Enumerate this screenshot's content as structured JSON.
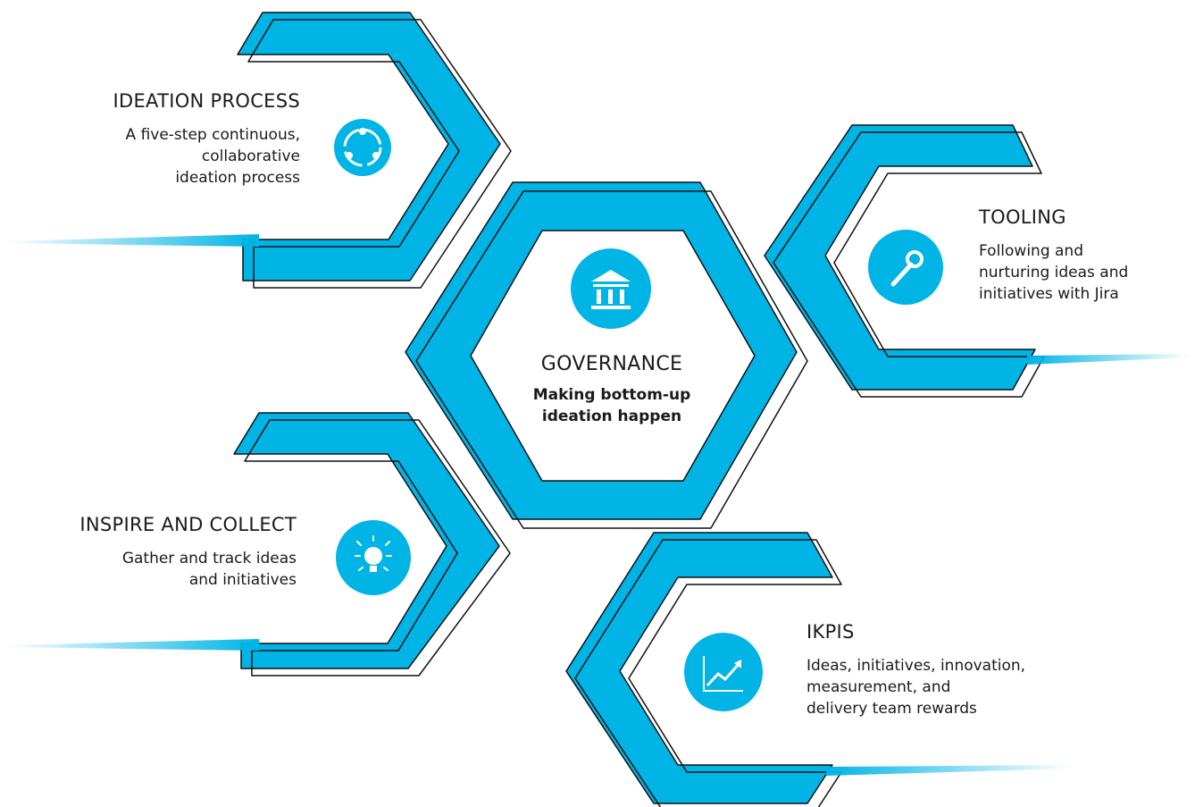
{
  "colors": {
    "accent": "#00b4e6",
    "outline": "#111111",
    "text": "#1a1a1a"
  },
  "nodes": {
    "ideation": {
      "title": "IDEATION PROCESS",
      "lines": [
        "A five-step continuous,",
        "collaborative",
        "ideation process"
      ],
      "icon": "collaboration-cycle-icon"
    },
    "governance": {
      "title": "GOVERNANCE",
      "lines": [
        "Making bottom-up",
        "ideation happen"
      ],
      "icon": "institution-building-icon"
    },
    "tooling": {
      "title": "TOOLING",
      "lines": [
        "Following and",
        "nurturing ideas and",
        "initiatives with Jira"
      ],
      "icon": "wrench-icon"
    },
    "inspire": {
      "title": "INSPIRE AND COLLECT",
      "lines": [
        "Gather and track ideas",
        "and initiatives"
      ],
      "icon": "lightbulb-icon"
    },
    "ikpis": {
      "title": "IKPIS",
      "lines": [
        "Ideas, initiatives, innovation,",
        "measurement, and",
        "delivery team rewards"
      ],
      "icon": "trend-chart-icon"
    }
  }
}
